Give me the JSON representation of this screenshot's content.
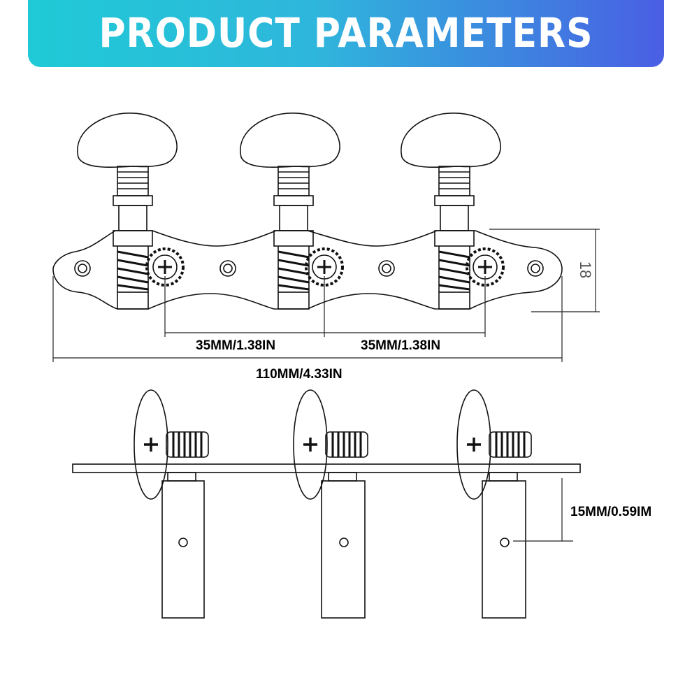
{
  "header": {
    "title": "PRODUCT PARAMETERS"
  },
  "dimensions": {
    "spacing_1": "35MM/1.38IN",
    "spacing_2": "35MM/1.38IN",
    "total_length": "110MM/4.33IN",
    "plate_height": "18",
    "post_height": "15MM/0.59IM"
  },
  "colors": {
    "banner_start": "#1fcad6",
    "banner_end": "#4a5ee4",
    "line": "#111111"
  }
}
